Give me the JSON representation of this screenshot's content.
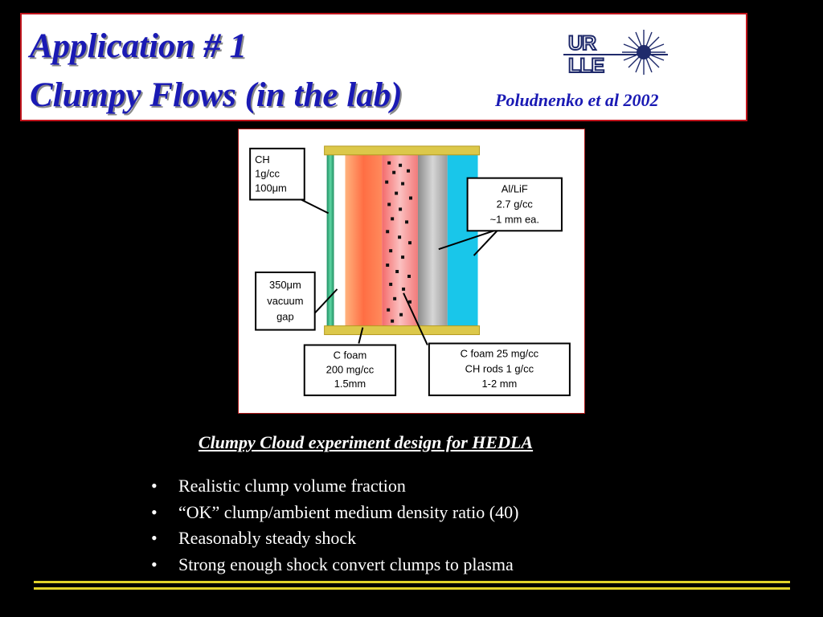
{
  "slide": {
    "title_line1": "Application # 1",
    "title_line2": "Clumpy Flows (in the lab)",
    "citation": "Poludnenko et al 2002",
    "logo": {
      "top": "UR",
      "bottom": "LLE",
      "icon": "starburst-icon"
    },
    "caption": "Clumpy Cloud experiment design for HEDLA",
    "bullets": [
      "Realistic clump volume fraction",
      "“OK” clump/ambient medium density ratio (40)",
      "Reasonably steady shock",
      "Strong enough shock convert clumps to plasma"
    ],
    "bullet_glyph": "•"
  },
  "diagram": {
    "labels": {
      "ch": [
        "CH",
        "1g/cc",
        "100μm"
      ],
      "vacuum": [
        "350μm",
        "vacuum",
        "gap"
      ],
      "cfoam": [
        "C foam",
        "200  mg/cc",
        "1.5mm"
      ],
      "clumps": [
        "C foam 25 mg/cc",
        "CH rods 1 g/cc",
        "1-2 mm"
      ],
      "alif": [
        "Al/LiF",
        "2.7  g/cc",
        "~1 mm ea."
      ]
    }
  },
  "colors": {
    "title": "#1a1ab4",
    "frame_border": "#c0141c",
    "rule": "#e2d12a",
    "rails": "#dcc84a",
    "ch_layer": "#1f9a6a",
    "foam": "#ff7a50",
    "clump_layer": "#f08080",
    "alif_gray": "#a5a5a5",
    "alif_cyan": "#19c6ea"
  }
}
